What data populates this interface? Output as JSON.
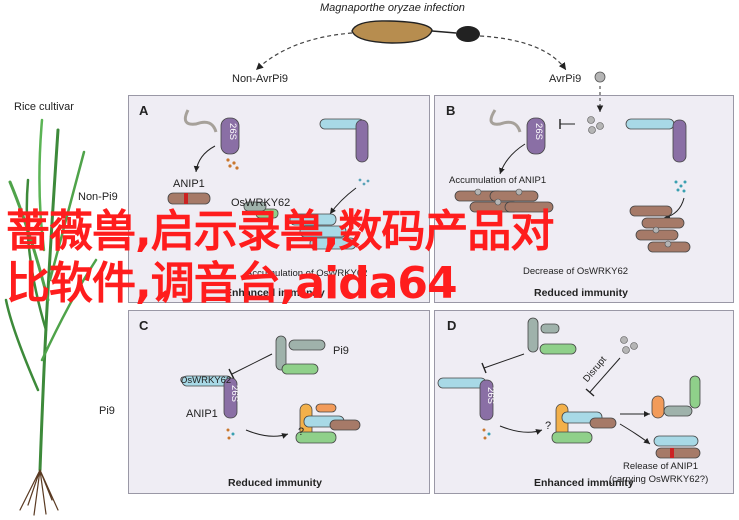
{
  "header": {
    "infection_title": "Magnaporthe oryzae infection",
    "non_avr_label": "Non-AvrPi9",
    "avr_label": "AvrPi9"
  },
  "plant": {
    "cultivar_label": "Rice cultivar",
    "row_non_pi9": "Non-Pi9",
    "row_pi9": "Pi9"
  },
  "panels": {
    "a": {
      "letter": "A",
      "anip1": "ANIP1",
      "oswrky62": "OsWRKY62",
      "rps26": "26S",
      "process": "Accumulation of OsWRKY62",
      "caption": "Enhanced immunity"
    },
    "b": {
      "letter": "B",
      "rps26": "26S",
      "process_top": "Accumulation of ANIP1",
      "process_bottom": "Decrease of OsWRKY62",
      "caption": "Reduced immunity"
    },
    "c": {
      "letter": "C",
      "pi9": "Pi9",
      "oswrky62": "OsWRKY62",
      "anip1": "ANIP1",
      "rps26": "26S",
      "question": "?",
      "caption": "Reduced immunity"
    },
    "d": {
      "letter": "D",
      "disrupt": "Disrupt",
      "rps26": "26S",
      "question": "?",
      "release_line1": "Release of ANIP1",
      "release_line2": "(carrying OsWRKY62?)",
      "caption": "Enhanced immunity"
    }
  },
  "watermark": {
    "line1": "蔷薇兽,启示录兽,数码产品对",
    "line2": "比软件,调音台,aida64"
  },
  "colors": {
    "panel_bg": "#efedf4",
    "panel_border": "#9a98a6",
    "fungus": "#b78d4f",
    "rps26": "#8a6fa5",
    "anip1": "#a67a68",
    "oswrky62": "#a8d9e6",
    "pi9_green": "#8fd08a",
    "pi9_gray": "#9fb2ab",
    "avrpi9": "#b5b5b5",
    "overlay_text": "#ff1d1d"
  }
}
